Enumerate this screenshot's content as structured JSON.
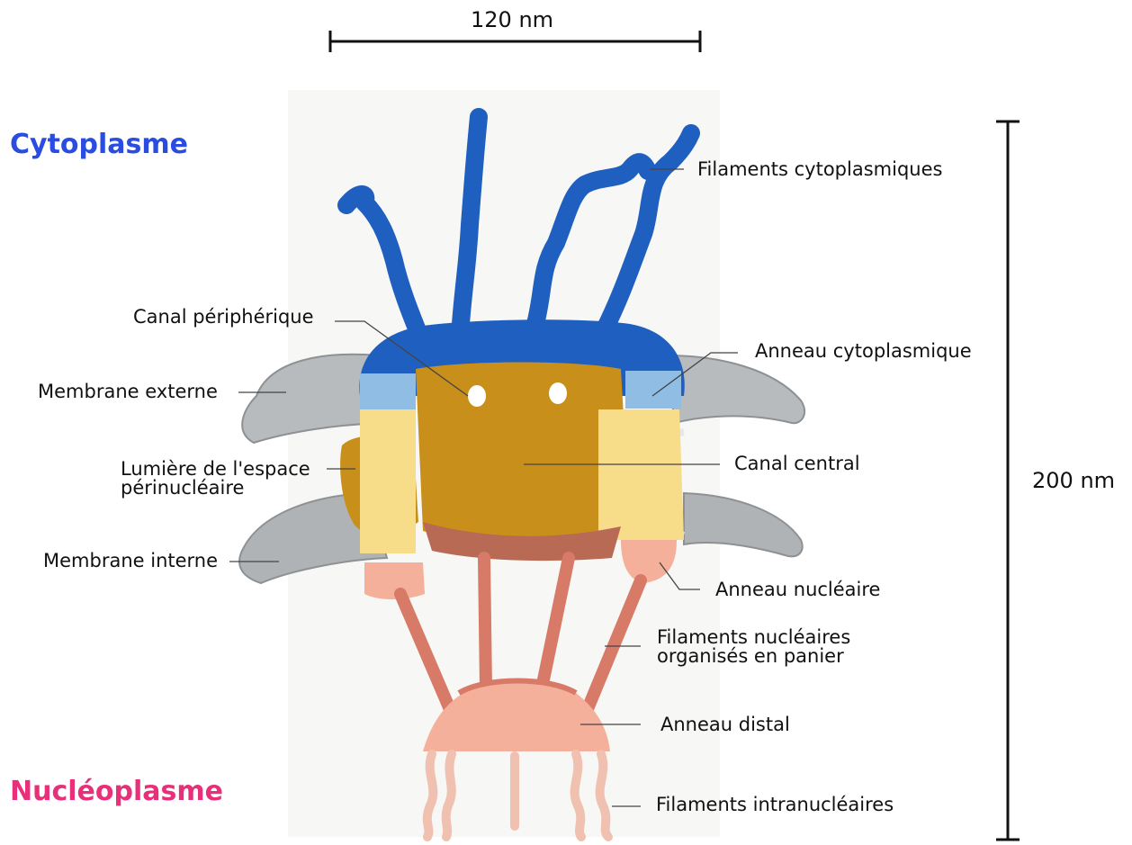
{
  "scale": {
    "width_label": "120 nm",
    "height_label": "200 nm"
  },
  "regions": {
    "top": "Cytoplasme",
    "bottom": "Nucléoplasme"
  },
  "colors": {
    "cytoplasm_text": "#2a4de0",
    "nucleoplasm_text": "#e8307a",
    "cytoplasmic_blue": "#1f5fbf",
    "light_blue": "#8fbde3",
    "core_gold": "#c8901a",
    "pale_yellow": "#f7dc8a",
    "nuclear_salmon": "#f4b09a",
    "basket_red": "#d87a68",
    "membrane_gray": "#b8bbbd"
  },
  "labels": {
    "filaments_cyto": "Filaments cytoplasmiques",
    "canal_peripherique": "Canal périphérique",
    "anneau_cyto": "Anneau cytoplasmique",
    "membrane_externe": "Membrane externe",
    "lumiere_1": "Lumière de l'espace",
    "lumiere_2": "périnucléaire",
    "canal_central": "Canal central",
    "membrane_interne": "Membrane interne",
    "anneau_nucleaire": "Anneau nucléaire",
    "filaments_nucl_1": "Filaments nucléaires",
    "filaments_nucl_2": "organisés en panier",
    "anneau_distal": "Anneau distal",
    "filaments_intra": "Filaments intranucléaires"
  }
}
